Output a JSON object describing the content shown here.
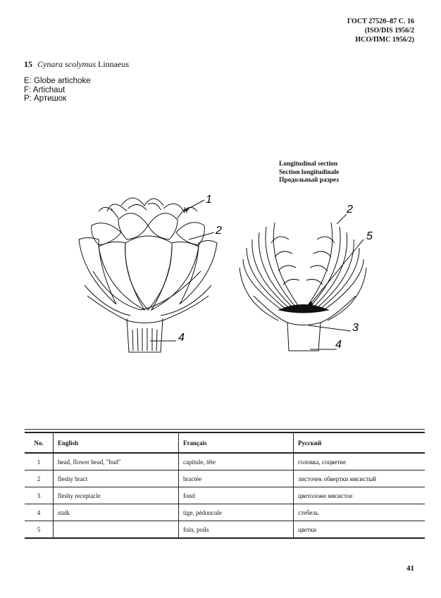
{
  "header": {
    "line1": "ГОСТ 27520–87 С. 16",
    "line2": "(ISO/DIS 1956/2",
    "line3": "ИСО/ПМС 1956/2)"
  },
  "species": {
    "number": "15",
    "latin": "Cynara scolymus",
    "author": "Linnaeus"
  },
  "names": {
    "english": "E: Globe artichoke",
    "french": "F: Artichaut",
    "russian": "P: Артишок"
  },
  "caption": {
    "english": "Longitudinal section",
    "french": "Section longitudinale",
    "russian": "Продольный разрез"
  },
  "figure_labels": {
    "l1": "1",
    "l2a": "2",
    "l4a": "4",
    "l2b": "2",
    "l5": "5",
    "l3": "3",
    "l4b": "4"
  },
  "table": {
    "headers": {
      "no": "No.",
      "english": "English",
      "french": "Français",
      "russian": "Русский"
    },
    "rows": [
      {
        "no": "1",
        "english": "head, flower head, \"bud\"",
        "french": "capitule, tête",
        "russian": "головка, соцветие"
      },
      {
        "no": "2",
        "english": "fleshy bract",
        "french": "bractée",
        "russian": "листочек обвертки мясистый"
      },
      {
        "no": "3",
        "english": "fleshy receptacle",
        "french": "fond",
        "russian": "цветоложе мясистое"
      },
      {
        "no": "4",
        "english": "stalk",
        "french": "tige, pédoncule",
        "russian": "стебель"
      },
      {
        "no": "5",
        "english": "",
        "french": "foin, poils",
        "russian": "цветки"
      }
    ]
  },
  "page_number": "41"
}
